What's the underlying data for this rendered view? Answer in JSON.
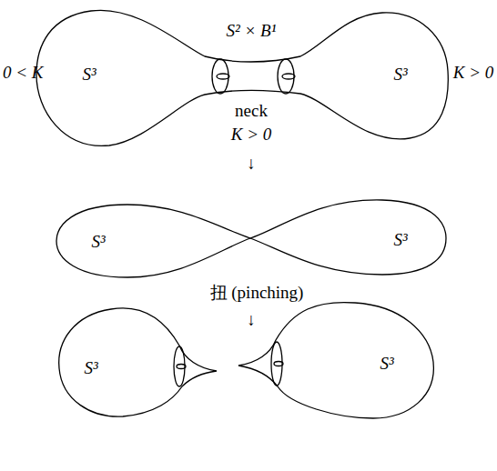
{
  "diagram": {
    "labels": [
      "0 < K",
      "S³",
      "S² × B¹",
      "S³",
      "K > 0",
      "neck",
      "K > 0",
      "↓",
      "S³",
      "S³",
      "扭 (pinching)",
      "↓",
      "S³",
      "S³"
    ]
  }
}
